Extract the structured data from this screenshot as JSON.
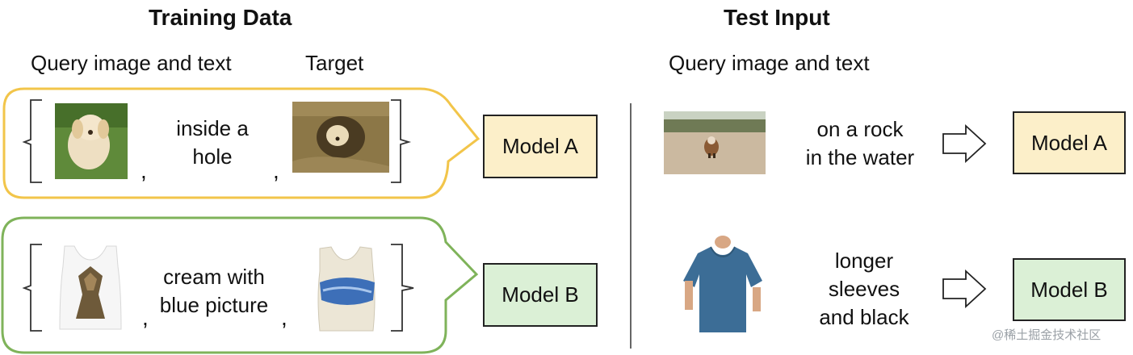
{
  "training": {
    "heading": "Training Data",
    "query_label": "Query image and text",
    "target_label": "Target",
    "rows": [
      {
        "query_text_line1": "inside a",
        "query_text_line2": "hole",
        "query_image": "puppy-on-grass-photo",
        "target_image": "puppy-in-hay-hole-photo",
        "model": "Model A",
        "color": "#f2c54a",
        "box_fill": "#fcefc9"
      },
      {
        "query_text_line1": "cream with",
        "query_text_line2": "blue picture",
        "query_image": "white-tank-top-with-graphic-photo",
        "target_image": "cream-tank-top-blue-wave-photo",
        "model": "Model B",
        "color": "#7fb35a",
        "box_fill": "#dbf0d6"
      }
    ]
  },
  "test": {
    "heading": "Test Input",
    "query_label": "Query image and text",
    "rows": [
      {
        "text_line1": "on a rock",
        "text_line2": "in the water",
        "image": "dog-running-on-sand-photo",
        "model": "Model A"
      },
      {
        "text_line1": "longer",
        "text_line2": "sleeves",
        "text_line3": "and black",
        "image": "blue-tshirt-photo",
        "model": "Model B"
      }
    ]
  },
  "watermark": "@稀土掘金技术社区",
  "colors": {
    "model_a_fill": "#fcefc9",
    "model_b_fill": "#dbf0d6",
    "bubble_a": "#f2c54a",
    "bubble_b": "#7fb35a",
    "divider": "#333333"
  }
}
